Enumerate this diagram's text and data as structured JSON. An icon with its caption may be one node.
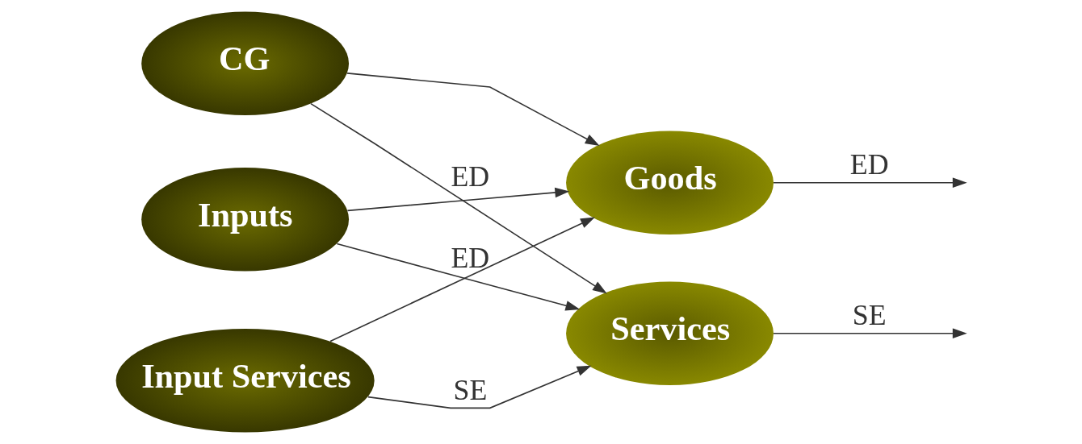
{
  "diagram": {
    "nodes": [
      {
        "text": [
          "Inputs"
        ]
      },
      {
        "text": [
          "CG"
        ]
      },
      {
        "text": [
          "Input Services"
        ]
      },
      {
        "text": [
          "Services"
        ]
      },
      {
        "text": [
          "Goods"
        ]
      }
    ],
    "edges": [
      {
        "from": 0,
        "to": 3,
        "arrow": "to",
        "label": "ED"
      },
      {
        "from": 0,
        "to": 4,
        "arrow": "to"
      },
      {
        "from": 1,
        "to": 3,
        "arrow": "to",
        "label": "ED"
      },
      {
        "from": 1,
        "to": 4,
        "arrow": "to"
      },
      {
        "from": 2,
        "to": 3,
        "arrow": "to",
        "label": "SE"
      },
      {
        "from": 2,
        "to": 4,
        "arrow": "to"
      },
      {
        "from": 3,
        "to": null,
        "arrow": "to",
        "label": "SE"
      },
      {
        "from": 4,
        "to": null,
        "arrow": "to",
        "label": "ED"
      }
    ]
  }
}
